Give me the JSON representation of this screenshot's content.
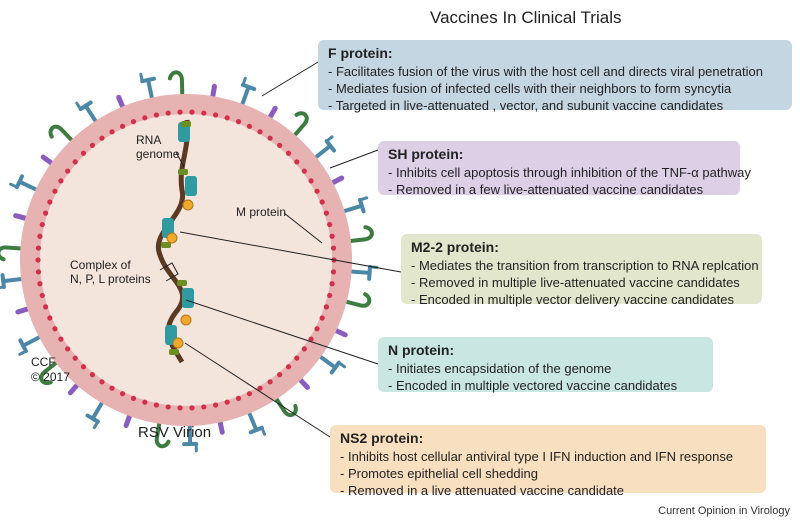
{
  "title": "Vaccines In Clinical Trials",
  "virion_label": "RSV Virion",
  "copyright_line1": "CCF",
  "copyright_line2": "© 2017",
  "journal": "Current Opinion in Virology",
  "labels": {
    "rna_line1": "RNA",
    "rna_line2": "genome",
    "m_protein": "M protein",
    "complex_line1": "Complex of",
    "complex_line2": "N, P, L proteins"
  },
  "colors": {
    "f_box": "#c5d6e3",
    "sh_box": "#dccfe6",
    "m22_box": "#e2e6cc",
    "n_box": "#c9e6e2",
    "ns2_box": "#f8dfbf",
    "membrane": "#e6b2b2",
    "interior": "#f3e4dc",
    "dots": "#d2304a",
    "f_spike": "#4a87a8",
    "g_hook": "#3c7d3f",
    "sh_stick": "#8a5cbf"
  },
  "boxes": {
    "f": {
      "heading": "F protein:",
      "items": [
        "Facilitates fusion of the virus with the host cell and directs viral penetration",
        "Mediates fusion of infected cells with their neighbors to form syncytia",
        "Targeted in live-attenuated , vector, and subunit vaccine candidates"
      ]
    },
    "sh": {
      "heading": "SH protein:",
      "items": [
        "Inhibits cell apoptosis through inhibition of the TNF-α pathway",
        "Removed in a few live-attenuated vaccine candidates"
      ]
    },
    "m22": {
      "heading": "M2-2 protein:",
      "items": [
        "Mediates the transition from transcription to RNA replcation",
        "Removed in multiple live-attenuated vaccine candidates",
        "Encoded in multiple vector delivery vaccine candidates"
      ]
    },
    "n": {
      "heading": "N protein:",
      "items": [
        "Initiates encapsidation of the genome",
        "Encoded in multiple vectored  vaccine candidates"
      ]
    },
    "ns2": {
      "heading": "NS2 protein:",
      "items": [
        "Inhibits host cellular antiviral type I IFN induction and IFN response",
        "Promotes epithelial cell shedding",
        "Removed in a live attenuated vaccine candidate"
      ]
    }
  }
}
